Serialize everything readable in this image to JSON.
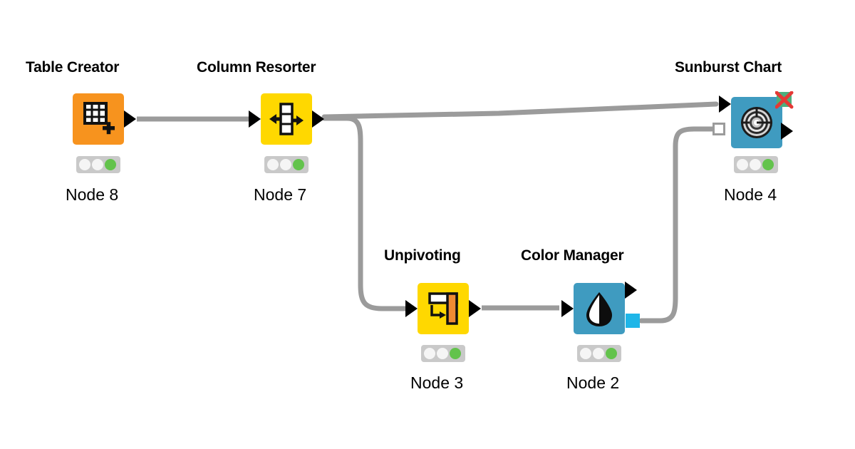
{
  "app": {
    "kind": "knime-workflow-canvas",
    "background": "#ffffff"
  },
  "palette": {
    "node_orange": "#f7931e",
    "node_yellow": "#ffd800",
    "node_blue": "#3f9bc0",
    "wire_gray": "#9b9b9b",
    "status_bg": "#c9c9c9",
    "status_green": "#63c34c",
    "status_idle": "#f5f5f5",
    "port_cyan": "#1fb6e8",
    "error_red": "#e53935",
    "error_green": "#4caf7d",
    "text_black": "#000000"
  },
  "nodes": [
    {
      "id": "node8",
      "title": "Table Creator",
      "label": "Node 8",
      "icon": "table-creator-icon",
      "color": "#f7931e",
      "status": [
        "idle",
        "idle",
        "green"
      ]
    },
    {
      "id": "node7",
      "title": "Column Resorter",
      "label": "Node 7",
      "icon": "column-resorter-icon",
      "color": "#ffd800",
      "status": [
        "idle",
        "idle",
        "green"
      ]
    },
    {
      "id": "node4",
      "title": "Sunburst Chart",
      "label": "Node 4",
      "icon": "sunburst-chart-icon",
      "color": "#3f9bc0",
      "status": [
        "idle",
        "idle",
        "green"
      ],
      "marker": "error-x-marker"
    },
    {
      "id": "node3",
      "title": "Unpivoting",
      "label": "Node 3",
      "icon": "unpivoting-icon",
      "color": "#ffd800",
      "status": [
        "idle",
        "idle",
        "green"
      ]
    },
    {
      "id": "node2",
      "title": "Color Manager",
      "label": "Node 2",
      "icon": "color-manager-icon",
      "color": "#3f9bc0",
      "status": [
        "idle",
        "idle",
        "green"
      ]
    }
  ],
  "connections": [
    {
      "from": "node8",
      "to": "node7",
      "kind": "data"
    },
    {
      "from": "node7",
      "to": "node4",
      "kind": "data"
    },
    {
      "from": "node7",
      "to": "node3",
      "kind": "data"
    },
    {
      "from": "node3",
      "to": "node2",
      "kind": "data"
    },
    {
      "from": "node2",
      "to": "node4",
      "kind": "color-model"
    }
  ]
}
